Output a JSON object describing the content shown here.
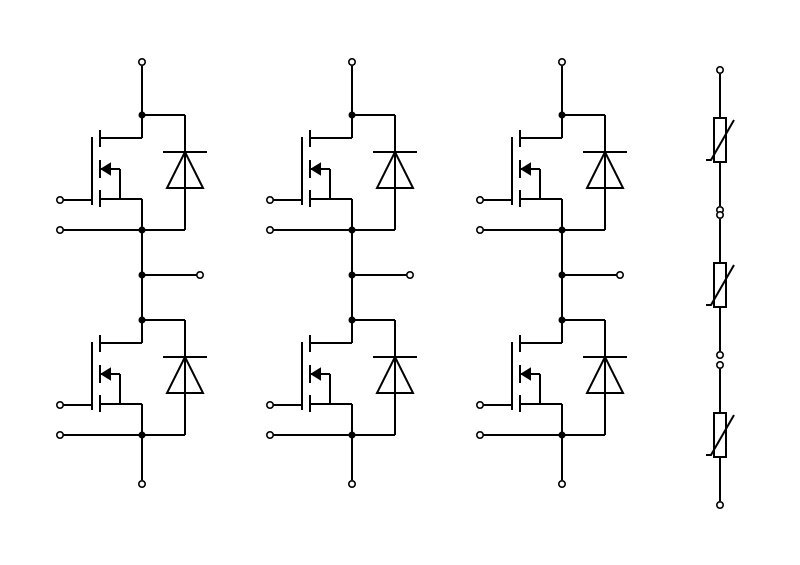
{
  "diagram": {
    "type": "power-module-schematic",
    "description_visible_text": "",
    "colors": {
      "line": "#000000",
      "background": "#ffffff"
    },
    "half_bridge_legs": [
      {
        "id": "leg-1",
        "switches": [
          "mosfet-high",
          "mosfet-low"
        ],
        "diodes": [
          "diode-high",
          "diode-low"
        ]
      },
      {
        "id": "leg-2",
        "switches": [
          "mosfet-high",
          "mosfet-low"
        ],
        "diodes": [
          "diode-high",
          "diode-low"
        ]
      },
      {
        "id": "leg-3",
        "switches": [
          "mosfet-high",
          "mosfet-low"
        ],
        "diodes": [
          "diode-high",
          "diode-low"
        ]
      }
    ],
    "thermistors": [
      "thermistor-1",
      "thermistor-2",
      "thermistor-3"
    ],
    "symbols": {
      "switch": "mosfet-symbol",
      "diode": "diode-symbol",
      "thermistor": "ntc-thermistor-symbol",
      "terminal": "open-circle-terminal",
      "junction": "filled-dot-junction"
    }
  }
}
